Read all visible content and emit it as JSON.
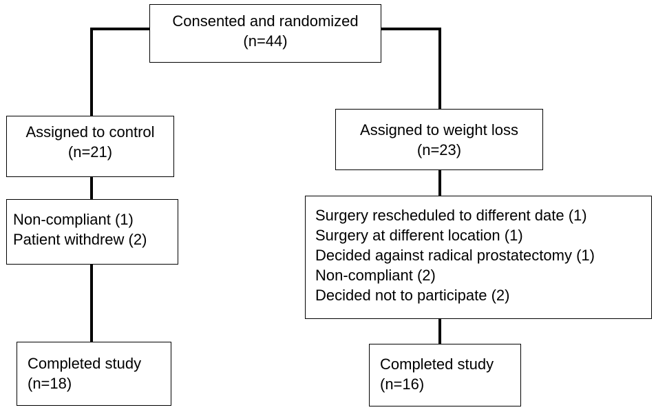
{
  "flowchart": {
    "consented": {
      "title": "Consented and randomized",
      "count": "(n=44)"
    },
    "control": {
      "assigned": {
        "title": "Assigned to control",
        "count": "(n=21)"
      },
      "exclusions": [
        "Non-compliant (1)",
        "Patient withdrew (2)"
      ],
      "completed": {
        "title": "Completed study",
        "count": "(n=18)"
      }
    },
    "weight_loss": {
      "assigned": {
        "title": "Assigned to weight loss",
        "count": "(n=23)"
      },
      "exclusions": [
        "Surgery rescheduled to different date (1)",
        "Surgery at different location (1)",
        "Decided against radical prostatectomy (1)",
        "Non-compliant (2)",
        "Decided not to participate (2)"
      ],
      "completed": {
        "title": "Completed study",
        "count": "(n=16)"
      }
    }
  }
}
